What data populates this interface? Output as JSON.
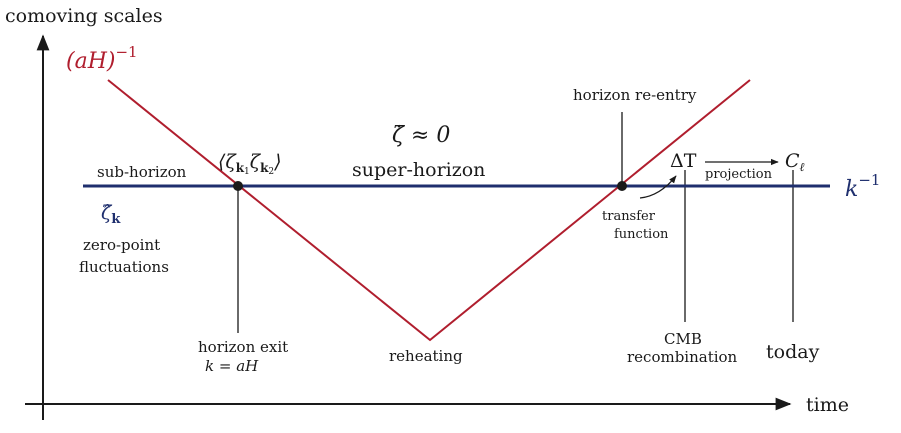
{
  "axes": {
    "y_label": "comoving scales",
    "x_label": "time"
  },
  "curves": {
    "hubble_label": "(aH)",
    "hubble_exponent": "−1",
    "mode_label": "k",
    "mode_exponent": "−1",
    "hubble_color": "#b01e2e",
    "mode_color": "#1f2f6e"
  },
  "regions": {
    "sub_horizon": "sub-horizon",
    "super_horizon": "super-horizon",
    "zeta_dot": "ζ̇ ≈ 0"
  },
  "quantum": {
    "zeta_hat": "ζ̂",
    "zeta_hat_sub": "k",
    "zero_point_line1": "zero-point",
    "zero_point_line2": "fluctuations"
  },
  "correlator": {
    "open": "⟨ζ",
    "k1": "k",
    "k1_index": "1",
    "mid": "ζ",
    "k2": "k",
    "k2_index": "2",
    "close": "⟩"
  },
  "events": {
    "horizon_exit_line1": "horizon exit",
    "horizon_exit_line2": "k = aH",
    "reheating": "reheating",
    "horizon_reentry": "horizon re-entry",
    "transfer_line1": "transfer",
    "transfer_line2": "function",
    "cmb_line1": "CMB",
    "cmb_line2": "recombination",
    "today": "today"
  },
  "observables": {
    "delta_t": "ΔT",
    "projection": "projection",
    "c_ell": "C",
    "c_ell_sub": "ℓ"
  },
  "icons": {
    "y_axis_arrow": "arrow-up",
    "x_axis_arrow": "arrow-right",
    "projection_arrow": "arrow-right",
    "transfer_arrow": "curved-arrow"
  }
}
